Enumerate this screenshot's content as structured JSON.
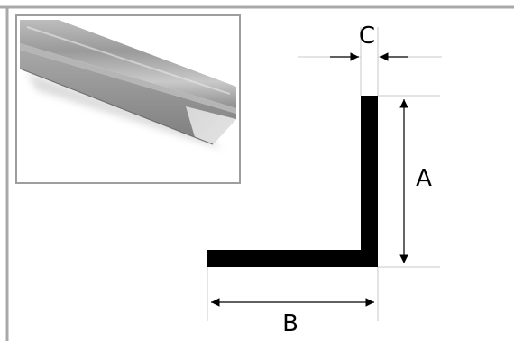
{
  "dimensions": {
    "a_label": "A",
    "b_label": "B",
    "c_label": "C"
  },
  "colors": {
    "profile": "#000000",
    "frame": "#a9a9a9",
    "dimension_line": "#c8c8c8",
    "photo_metal_light": "#d9d9d9",
    "photo_metal_dark": "#8c8c8c"
  },
  "photo": {
    "subject": "aluminium-angle-photo"
  }
}
